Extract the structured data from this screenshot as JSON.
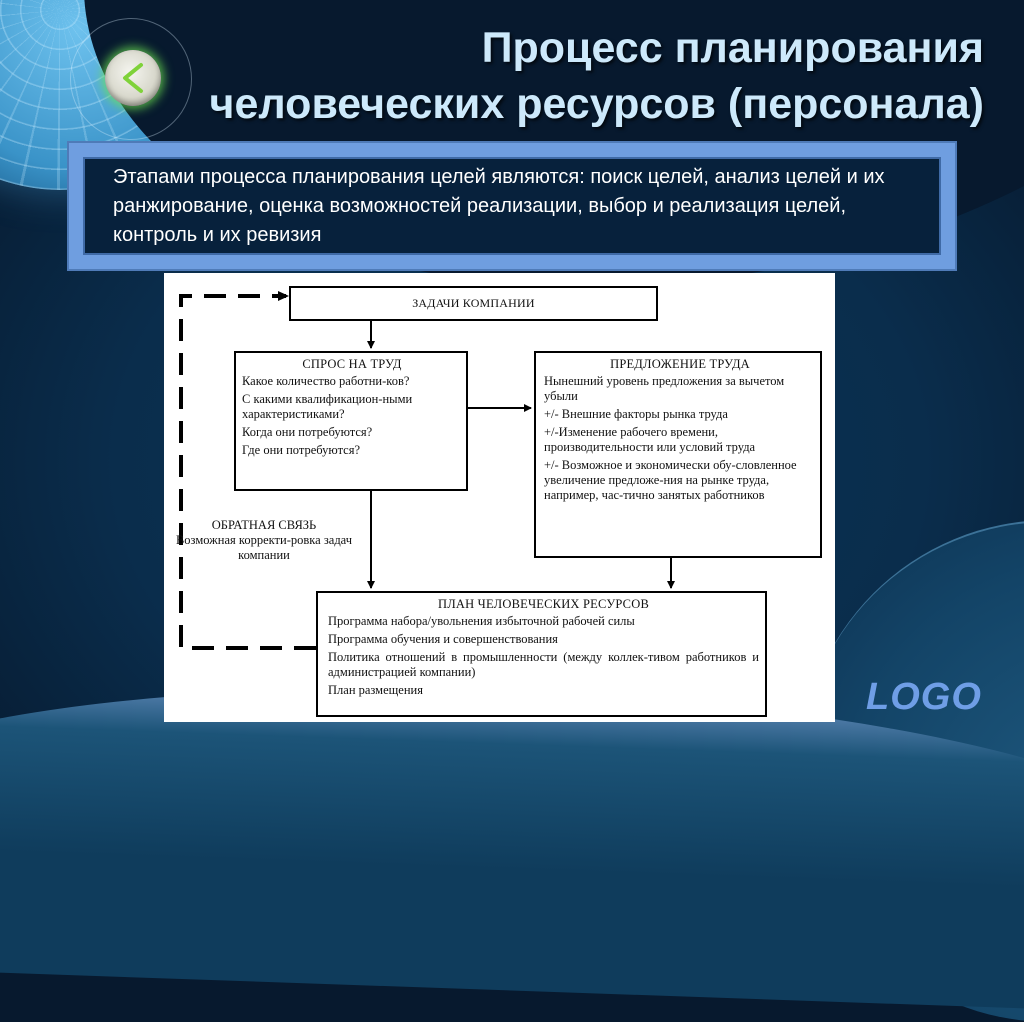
{
  "slide": {
    "title_line1": "Процесс планирования",
    "title_line2": "человеческих ресурсов (персонала)",
    "back_button_icon": "chevron-left-icon",
    "info_text": "Этапами процесса планирования целей являются: поиск целей, анализ целей и их ранжирование, оценка возможностей реализации, выбор и реализация целей, контроль и их ревизия",
    "logo": "LOGO",
    "colors": {
      "title": "#cde9fb",
      "info_border": "#6f9ee0",
      "info_bg": "#07213c",
      "logo": "#6f9ee6",
      "back_glow": "#6ee650"
    }
  },
  "diagram": {
    "tasks": {
      "header": "ЗАДАЧИ КОМПАНИИ"
    },
    "demand": {
      "header": "СПРОС НА ТРУД",
      "items": [
        "Какое количество работни-ков?",
        "С какими квалификацион-ными характеристиками?",
        "Когда они потребуются?",
        "Где они потребуются?"
      ]
    },
    "supply": {
      "header": "ПРЕДЛОЖЕНИЕ ТРУДА",
      "items": [
        "Нынешний уровень предложения за вычетом убыли",
        "+/- Внешние факторы рынка труда",
        "+/-Изменение рабочего времени, производительности или условий труда",
        "+/- Возможное и экономически обу-словленное увеличение предложе-ния на рынке труда, например, час-тично занятых работников"
      ]
    },
    "feedback": {
      "header": "ОБРАТНАЯ СВЯЗЬ",
      "text": "Возможная корректи-ровка задач компании"
    },
    "plan": {
      "header": "ПЛАН ЧЕЛОВЕЧЕСКИХ РЕСУРСОВ",
      "items": [
        "Программа набора/увольнения избыточной рабочей силы",
        "Программа обучения и совершенствования",
        "Политика отношений в промышленности (между коллек-тивом работников и администрацией компании)",
        "План размещения"
      ]
    },
    "connections": [
      {
        "from": "tasks",
        "to": "demand",
        "style": "solid"
      },
      {
        "from": "demand",
        "to": "supply",
        "style": "solid"
      },
      {
        "from": "demand",
        "to": "plan",
        "style": "solid"
      },
      {
        "from": "supply",
        "to": "plan",
        "style": "solid"
      },
      {
        "from": "plan",
        "to": "tasks",
        "style": "dashed",
        "label": "feedback"
      }
    ]
  }
}
